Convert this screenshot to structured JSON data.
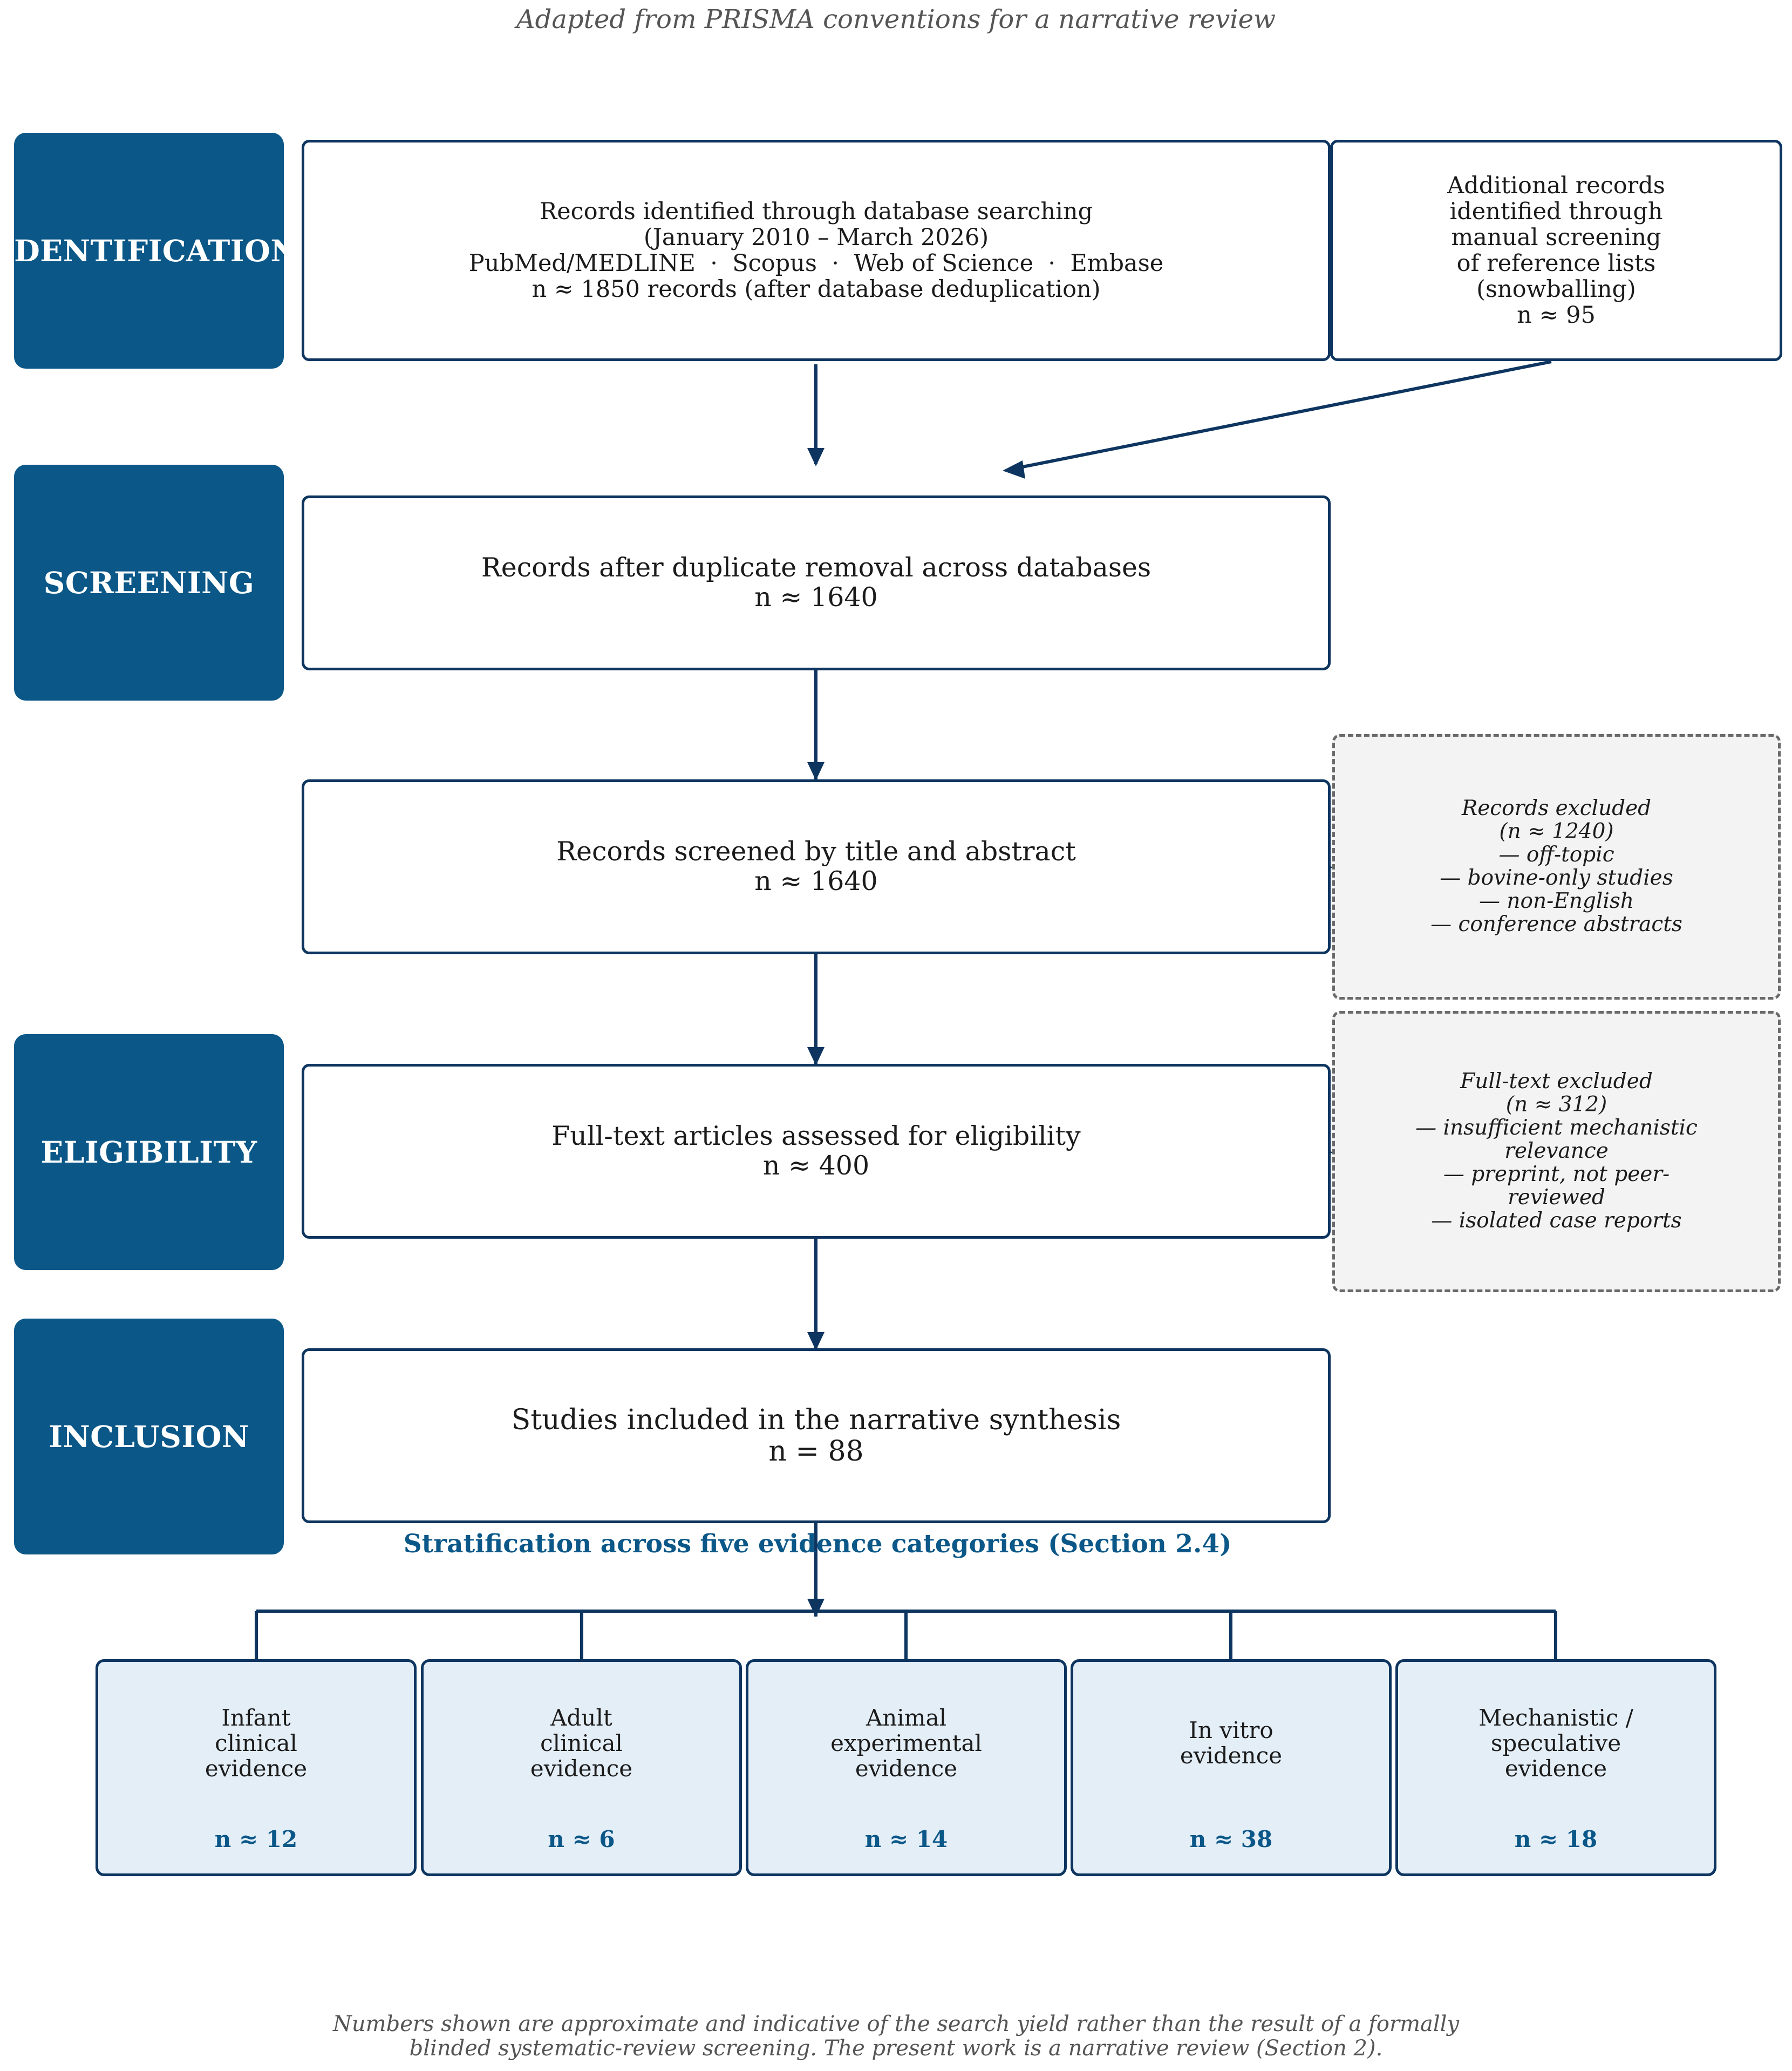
{
  "header": {
    "caption": "Adapted from PRISMA conventions for a narrative review"
  },
  "stages": {
    "identification": "IDENTIFICATION",
    "screening": "SCREENING",
    "eligibility": "ELIGIBILITY",
    "inclusion": "INCLUSION"
  },
  "boxes": {
    "database_search": {
      "lines": [
        "Records identified through database searching",
        "(January 2010 – March 2026)",
        "PubMed/MEDLINE  ·  Scopus  ·  Web of Science  ·  Embase",
        "n ≈ 1850 records (after database deduplication)"
      ]
    },
    "manual_search": {
      "lines": [
        "Additional records",
        "identified through",
        "manual screening",
        "of reference lists",
        "(snowballing)",
        "n ≈ 95"
      ]
    },
    "deduplication": {
      "lines": [
        "Records after duplicate removal across databases",
        "n ≈ 1640"
      ]
    },
    "title_abstract": {
      "lines": [
        "Records screened by title and abstract",
        "n ≈ 1640"
      ]
    },
    "fulltext": {
      "lines": [
        "Full-text articles assessed for eligibility",
        "n ≈ 400"
      ]
    },
    "included": {
      "lines": [
        "Studies included in the narrative synthesis",
        "n = 88"
      ]
    }
  },
  "exclusions": {
    "records": {
      "lines": [
        "Records excluded",
        "(n ≈ 1240)",
        "— off-topic",
        "— bovine-only studies",
        "— non-English",
        "— conference abstracts"
      ]
    },
    "fulltext": {
      "lines": [
        "Full-text excluded",
        "(n ≈ 312)",
        "— insufficient mechanistic",
        "relevance",
        "— preprint, not peer-",
        "reviewed",
        "— isolated case reports"
      ]
    }
  },
  "stratification": {
    "title": "Stratification across five evidence categories (Section 2.4)",
    "categories": [
      {
        "lines": [
          "Infant",
          "clinical",
          "evidence"
        ],
        "n": "n ≈ 12"
      },
      {
        "lines": [
          "Adult",
          "clinical",
          "evidence"
        ],
        "n": "n ≈ 6"
      },
      {
        "lines": [
          "Animal",
          "experimental",
          "evidence"
        ],
        "n": "n ≈ 14"
      },
      {
        "lines": [
          "In vitro",
          "evidence"
        ],
        "n": "n ≈ 38"
      },
      {
        "lines": [
          "Mechanistic /",
          "speculative",
          "evidence"
        ],
        "n": "n ≈ 18"
      }
    ]
  },
  "footer": {
    "lines": [
      "Numbers shown are approximate and indicative of the search yield rather than the result of a formally",
      "blinded systematic-review screening. The present work is a narrative review (Section 2)."
    ]
  },
  "colors": {
    "stage_fill": "#0a5788",
    "box_border": "#0d3560",
    "exclusion_fill": "#f3f3f3",
    "exclusion_border": "#6a6a6a",
    "category_fill": "#e4eef7",
    "accent_text": "#0a5788"
  }
}
